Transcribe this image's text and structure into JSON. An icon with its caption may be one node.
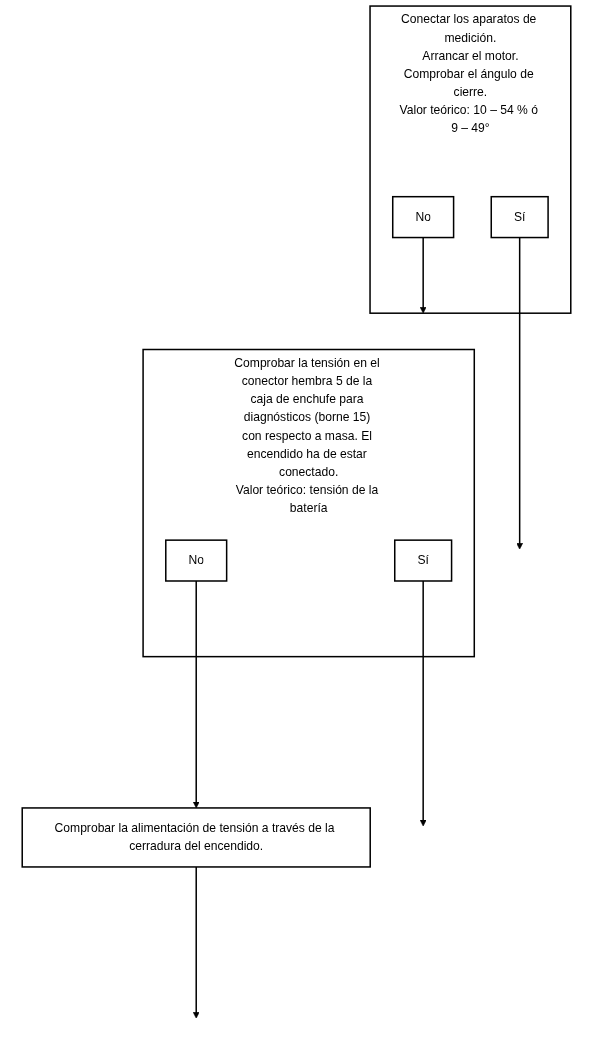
{
  "diagram": {
    "nodes": [
      {
        "text": [
          "Conectar los aparatos de medición.",
          "Arrancar el motor.",
          "Comprobar el ángulo de cierre.",
          "Valor teórico: 10 – 54 % ó 9 – 49°"
        ]
      },
      {
        "text": [
          "Sí"
        ],
        "in": 0
      },
      {
        "text": [
          "No"
        ],
        "in": 0
      },
      {
        "text": [
          "Comprobar la tensión en el conector hembra 5 de la caja de enchufe para diagnósticos (borne 15) con respecto a masa. El encendido ha de estar conectado.",
          "Valor teórico: tensión de la batería"
        ]
      },
      {
        "text": [
          "Sí"
        ],
        "in": 3
      },
      {
        "text": [
          "No"
        ],
        "in": 3
      },
      {
        "text": [
          "Comprobar la alimentación de tensión a través de la cerradura del encendido."
        ]
      }
    ],
    "edges": [
      {
        "from": 1,
        "to": null,
        "arrow": "to"
      },
      {
        "from": 2,
        "to": 3,
        "arrow": "to"
      },
      {
        "from": 4,
        "to": null,
        "arrow": "to"
      },
      {
        "from": 5,
        "to": 6,
        "arrow": "to"
      },
      {
        "from": 6,
        "to": null,
        "arrow": "to"
      }
    ]
  }
}
